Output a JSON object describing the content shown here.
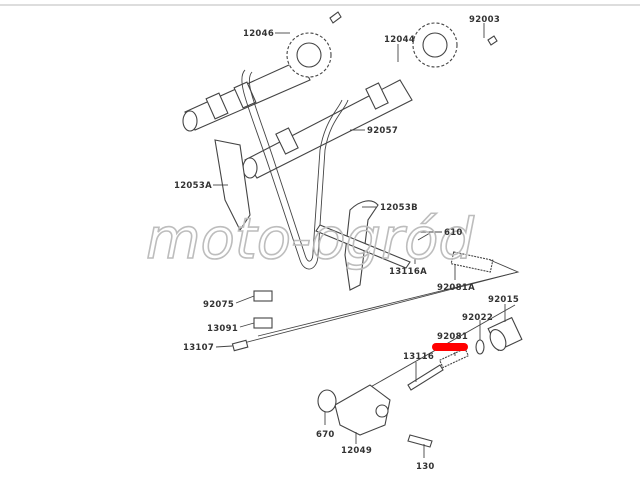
{
  "diagram": {
    "labels": {
      "p12046": "12046",
      "p12044": "12044",
      "p92003": "92003",
      "p92057": "92057",
      "p12053A": "12053A",
      "p12053B": "12053B",
      "p610": "610",
      "p13116A": "13116A",
      "p92081A": "92081A",
      "p92015": "92015",
      "p92022": "92022",
      "p92081": "92081",
      "p92075": "92075",
      "p13091": "13091",
      "p13107": "13107",
      "p13116": "13116",
      "p670": "670",
      "p12049": "12049",
      "p130": "130"
    },
    "highlight_color": "#ff0000",
    "watermark": "moto-ogród"
  }
}
